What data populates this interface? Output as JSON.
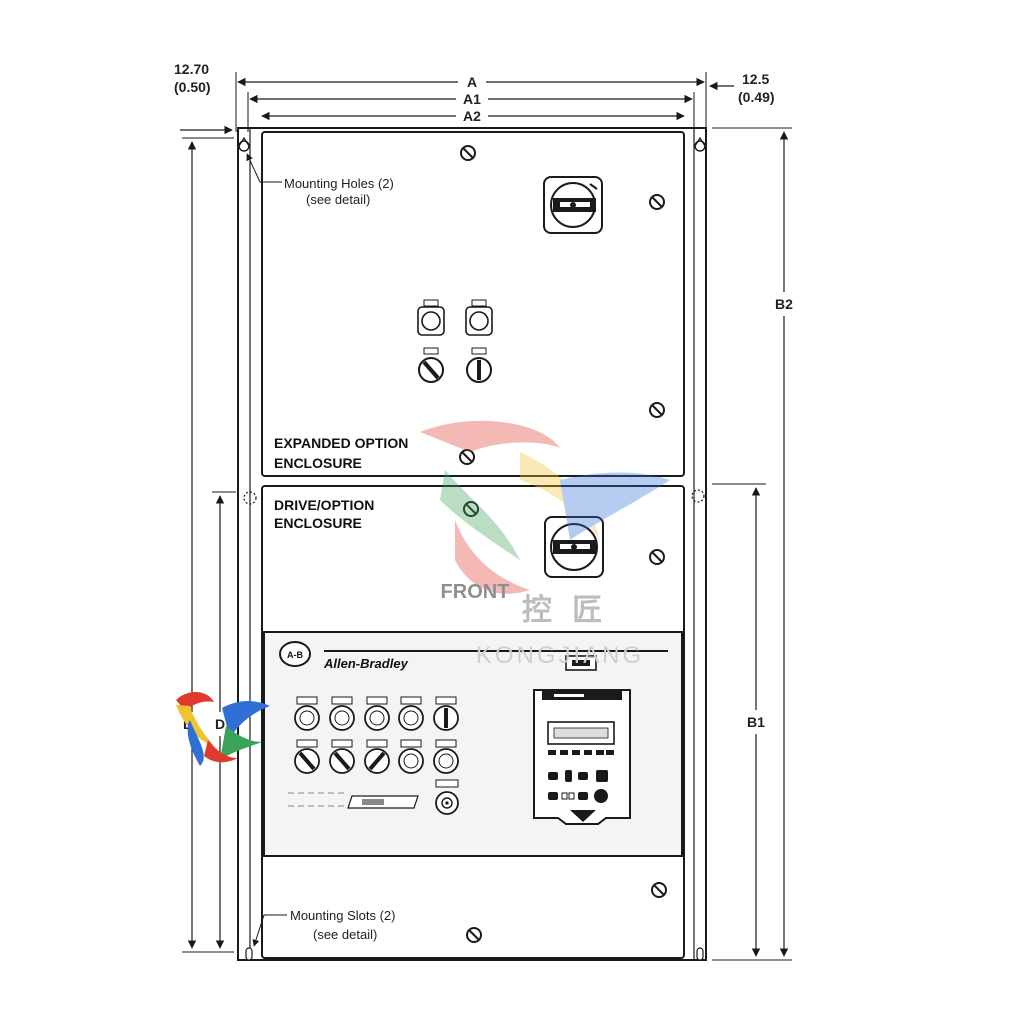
{
  "dimensions": {
    "a": "A",
    "a1": "A1",
    "a2": "A2",
    "b1": "B1",
    "b2": "B2",
    "d": "D",
    "left_offset_mm": "12.70",
    "left_offset_in": "(0.50)",
    "right_offset_mm": "12.5",
    "right_offset_in": "(0.49)"
  },
  "callouts": {
    "mounting_holes": "Mounting Holes (2)",
    "mounting_holes_note": "(see detail)",
    "mounting_slots": "Mounting Slots (2)",
    "mounting_slots_note": "(see detail)"
  },
  "enclosures": {
    "expanded_line1": "EXPANDED OPTION",
    "expanded_line2": "ENCLOSURE",
    "drive_line1": "DRIVE/OPTION",
    "drive_line2": "ENCLOSURE"
  },
  "brand": {
    "logo_text": "A-B",
    "name": "Allen-Bradley"
  },
  "watermark": {
    "front": "FRONT",
    "chinese": "控 匠",
    "latin": "KONGJIANG"
  },
  "colors": {
    "line": "#1a1a1a",
    "panel_fill": "#ffffff",
    "face_fill": "#f4f4f4",
    "watermark_red": "#e03a2f",
    "watermark_blue": "#2f6fd6",
    "watermark_green": "#3aa35a",
    "watermark_yellow": "#f2c230",
    "watermark_gray": "#9a9a9a"
  }
}
